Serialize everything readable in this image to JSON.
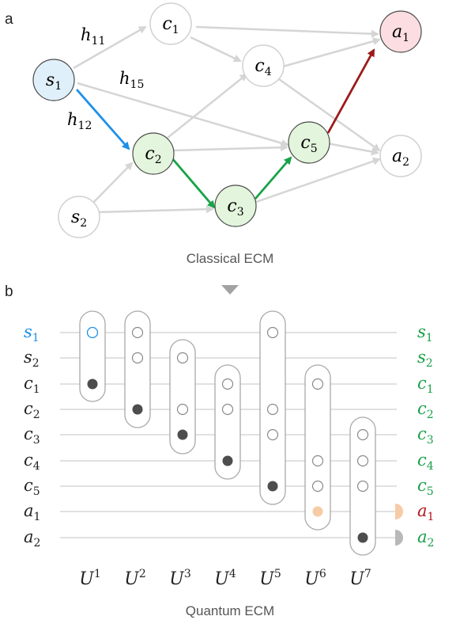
{
  "panel_a": {
    "label": "a",
    "caption": "Classical ECM",
    "nodes": {
      "s1": {
        "base": "s",
        "sub": "1"
      },
      "s2": {
        "base": "s",
        "sub": "2"
      },
      "c1": {
        "base": "c",
        "sub": "1"
      },
      "c2": {
        "base": "c",
        "sub": "2"
      },
      "c3": {
        "base": "c",
        "sub": "3"
      },
      "c4": {
        "base": "c",
        "sub": "4"
      },
      "c5": {
        "base": "c",
        "sub": "5"
      },
      "a1": {
        "base": "a",
        "sub": "1"
      },
      "a2": {
        "base": "a",
        "sub": "2"
      }
    },
    "edge_labels": {
      "h11": {
        "base": "h",
        "sub": "11"
      },
      "h15": {
        "base": "h",
        "sub": "15"
      },
      "h12": {
        "base": "h",
        "sub": "12"
      }
    }
  },
  "panel_b": {
    "label": "b",
    "caption": "Quantum ECM",
    "rows": [
      {
        "base": "s",
        "sub": "1"
      },
      {
        "base": "s",
        "sub": "2"
      },
      {
        "base": "c",
        "sub": "1"
      },
      {
        "base": "c",
        "sub": "2"
      },
      {
        "base": "c",
        "sub": "3"
      },
      {
        "base": "c",
        "sub": "4"
      },
      {
        "base": "c",
        "sub": "5"
      },
      {
        "base": "a",
        "sub": "1"
      },
      {
        "base": "a",
        "sub": "2"
      }
    ],
    "unitaries": [
      {
        "base": "U",
        "sup": "1"
      },
      {
        "base": "U",
        "sup": "2"
      },
      {
        "base": "U",
        "sup": "3"
      },
      {
        "base": "U",
        "sup": "4"
      },
      {
        "base": "U",
        "sup": "5"
      },
      {
        "base": "U",
        "sup": "6"
      },
      {
        "base": "U",
        "sup": "7"
      }
    ]
  },
  "colors": {
    "percept_fill": "#dff0fa",
    "path_fill": "#e3f5dc",
    "action_fill": "#fbdde2",
    "blue_edge": "#1e90e8",
    "green_edge": "#17a347",
    "red_edge": "#9c1a1a",
    "blue_label": "#1e90e8",
    "green_label": "#19a04a",
    "red_label": "#b5161f",
    "orange_control": "#f7cba6",
    "gray_measure": "#b8b8b8"
  }
}
